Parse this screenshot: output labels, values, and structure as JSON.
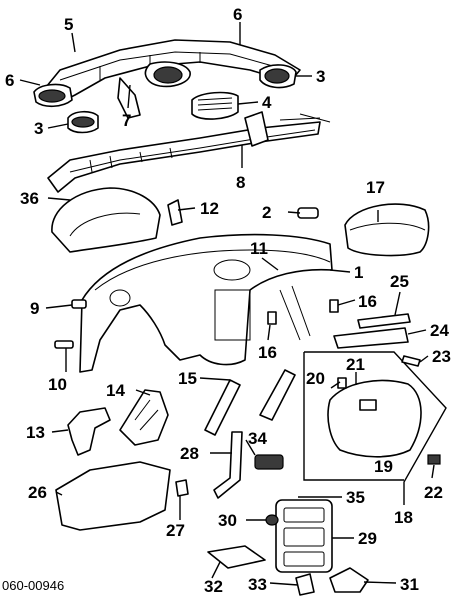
{
  "diagram_code": "060-00946",
  "callouts": {
    "c1": "1",
    "c2": "2",
    "c3a": "3",
    "c3b": "3",
    "c4": "4",
    "c5": "5",
    "c6a": "6",
    "c6b": "6",
    "c7": "7",
    "c8": "8",
    "c9": "9",
    "c10": "10",
    "c11": "11",
    "c12": "12",
    "c13": "13",
    "c14": "14",
    "c15": "15",
    "c16a": "16",
    "c16b": "16",
    "c17": "17",
    "c18": "18",
    "c19": "19",
    "c20": "20",
    "c21": "21",
    "c22": "22",
    "c23": "23",
    "c24": "24",
    "c25": "25",
    "c26": "26",
    "c27": "27",
    "c28": "28",
    "c29": "29",
    "c30": "30",
    "c31": "31",
    "c32": "32",
    "c33": "33",
    "c34": "34",
    "c35": "35",
    "c36": "36"
  }
}
